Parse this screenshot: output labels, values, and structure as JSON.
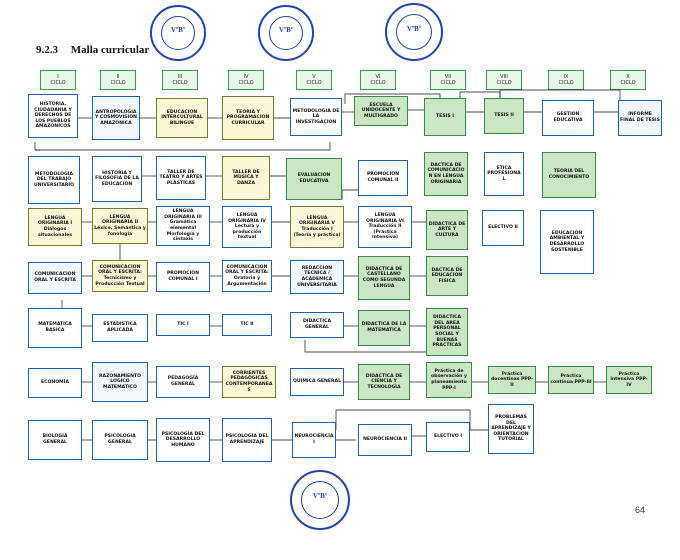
{
  "header": {
    "section": "9.2.3",
    "title": "Malla curricular"
  },
  "cycles": [
    {
      "num": "I",
      "label": "CICLO"
    },
    {
      "num": "II",
      "label": "CICLO"
    },
    {
      "num": "III",
      "label": "CICLO"
    },
    {
      "num": "IV",
      "label": "CICLO"
    },
    {
      "num": "V",
      "label": "CICLO"
    },
    {
      "num": "VI",
      "label": "CICLO"
    },
    {
      "num": "VII",
      "label": "CICLO"
    },
    {
      "num": "VIII",
      "label": "CICLO"
    },
    {
      "num": "IX",
      "label": "CICLO"
    },
    {
      "num": "X",
      "label": "CICLO"
    }
  ],
  "courses": [
    {
      "id": "r1c1",
      "text": "HISTORIA, CIUDADANIA Y DERECHOS DE LOS PUEBLOS AMAZONICOS"
    },
    {
      "id": "r1c2",
      "text": "ANTROPOLOGIA Y COSMOVISION AMAZONICA"
    },
    {
      "id": "r1c3",
      "text": "EDUCACION INTERCULTURAL BILINGUE"
    },
    {
      "id": "r1c4",
      "text": "TEORIA Y PROGRAMACION CURRICULAR"
    },
    {
      "id": "r1c5",
      "text": "METODOLOGIA DE LA INVESTIGACION"
    },
    {
      "id": "r1c6",
      "text": "ESCUELA UNIDOCENTE Y MULTIGRADO"
    },
    {
      "id": "r1c7",
      "text": "TESIS I"
    },
    {
      "id": "r1c8",
      "text": "TESIS II"
    },
    {
      "id": "r1c9",
      "text": "GESTION EDUCATIVA"
    },
    {
      "id": "r1c10",
      "text": "INFORME FINAL DE TESIS"
    },
    {
      "id": "r2c1",
      "text": "METODOLOGIA DEL TRABAJO UNIVERSITARIO"
    },
    {
      "id": "r2c2",
      "text": "HISTORIA Y FILOSOFIA DE LA EDUCACION"
    },
    {
      "id": "r2c3",
      "text": "TALLER DE TEATRO Y ARTES PLASTICAS"
    },
    {
      "id": "r2c4",
      "text": "TALLER DE MUSICA Y DANZA"
    },
    {
      "id": "r2c5",
      "text": "EVALUACION EDUCATIVA"
    },
    {
      "id": "r2c6",
      "text": "PROMOCION COMUNAL II"
    },
    {
      "id": "r2c7",
      "text": "DACTICA DE COMUNICACION EN LENGUA ORIGINARIA"
    },
    {
      "id": "r2c8",
      "text": "ETICA PROFESIONAL"
    },
    {
      "id": "r2c9",
      "text": "TEORIA DEL CONOCIMIENTO"
    },
    {
      "id": "r3c1",
      "text": "LENGUA ORIGINARIA I Diálogos situacionales"
    },
    {
      "id": "r3c2",
      "text": "LENGUA ORIGINARIA II Léxico, Semántica y fonología"
    },
    {
      "id": "r3c3",
      "text": "LENGUA ORIGINARIA III Gramática elemental Morfología y sintaxis"
    },
    {
      "id": "r3c4",
      "text": "LENGUA ORIGINARIA IV Lectura y producción textual"
    },
    {
      "id": "r3c5",
      "text": "LENGUA ORIGINARIA V Traducción I (Teoría y práctica)"
    },
    {
      "id": "r3c6",
      "text": "LENGUA ORIGINARIA VI Traducción II (Práctica intensiva)"
    },
    {
      "id": "r3c7",
      "text": "DIDACTICA DE ARTE Y CULTURA"
    },
    {
      "id": "r3c8",
      "text": "ELECTIVO II"
    },
    {
      "id": "r3c9",
      "text": "EDUCACIÓN AMBIENTAL Y DESARROLLO SOSTENIBLE"
    },
    {
      "id": "r4c1",
      "text": "COMUNICACION ORAL Y ESCRITA"
    },
    {
      "id": "r4c2",
      "text": "COMUNICACION ORAL Y ESCRITA: Tecnicismo y Producción Textual"
    },
    {
      "id": "r4c3",
      "text": "PROMOCION COMUNAL I"
    },
    {
      "id": "r4c4",
      "text": "COMUNICACION ORAL Y ESCRITA: Oratoria y Argumentación"
    },
    {
      "id": "r4c5",
      "text": "REDACCION TECNICA / ACADEMICA UNIVERSITARIA"
    },
    {
      "id": "r4c6",
      "text": "DIDACTICA DE CASTELLANO COMO SEGUNDA LENGUA"
    },
    {
      "id": "r4c7",
      "text": "DACTICA DE EDUCACION FISICA"
    },
    {
      "id": "r5c1",
      "text": "MATEMATICA BASICA"
    },
    {
      "id": "r5c2",
      "text": "ESTADISTICA APLICADA"
    },
    {
      "id": "r5c3",
      "text": "TIC I"
    },
    {
      "id": "r5c4",
      "text": "TIC II"
    },
    {
      "id": "r5c5",
      "text": "DIDACTICA GENERAL"
    },
    {
      "id": "r5c6",
      "text": "DIDACTICA DE LA MATEMATICA"
    },
    {
      "id": "r5c7",
      "text": "DIDACTICA DEL AREA PERSONAL SOCIAL Y BUENAS PRACTICAS"
    },
    {
      "id": "r6c1",
      "text": "ECONOMÍA"
    },
    {
      "id": "r6c2",
      "text": "RAZONAMIENTO LOGICO MATEMATICO"
    },
    {
      "id": "r6c3",
      "text": "PEDAGOGÍA GENERAL"
    },
    {
      "id": "r6c4",
      "text": "CORRIENTES PEDAGOGICAS CONTEMPORANEAS"
    },
    {
      "id": "r6c5",
      "text": "QUIMICA GENERAL"
    },
    {
      "id": "r6c6",
      "text": "DIDACTICA DE CIENCIA Y TECNOLOGIA"
    },
    {
      "id": "r6c7",
      "text": "Práctica de observación y planeamiento PPP-I"
    },
    {
      "id": "r6c8",
      "text": "Práctica docentinas PPP-II"
    },
    {
      "id": "r6c9",
      "text": "Práctica continua PPP-III"
    },
    {
      "id": "r6c10",
      "text": "Práctica intensiva PPP- IV"
    },
    {
      "id": "r7c1",
      "text": "BIOLOGIA GENERAL"
    },
    {
      "id": "r7c2",
      "text": "PSICOLOGIA GENERAL"
    },
    {
      "id": "r7c3",
      "text": "PSICOLOGIA DEL DESARROLLO HUMANO"
    },
    {
      "id": "r7c4",
      "text": "PSICOLOGIA DEL APRENDIZAJE"
    },
    {
      "id": "r7c5",
      "text": "NEUROCIENCIA I"
    },
    {
      "id": "r7c6",
      "text": "NEUROCIENCIA II"
    },
    {
      "id": "r7c7",
      "text": "ELECTIVO I"
    },
    {
      "id": "r7c8",
      "text": "PROBLEMAS DEL APRENDIZAJE Y ORIENTACION TUTORIAL"
    }
  ],
  "stamps": [
    {
      "id": "s1",
      "vb": "VºBº"
    },
    {
      "id": "s2",
      "vb": "VºBº"
    },
    {
      "id": "s3",
      "vb": "VºBº"
    },
    {
      "id": "s4",
      "vb": "VºBº"
    }
  ],
  "page_number": "64"
}
